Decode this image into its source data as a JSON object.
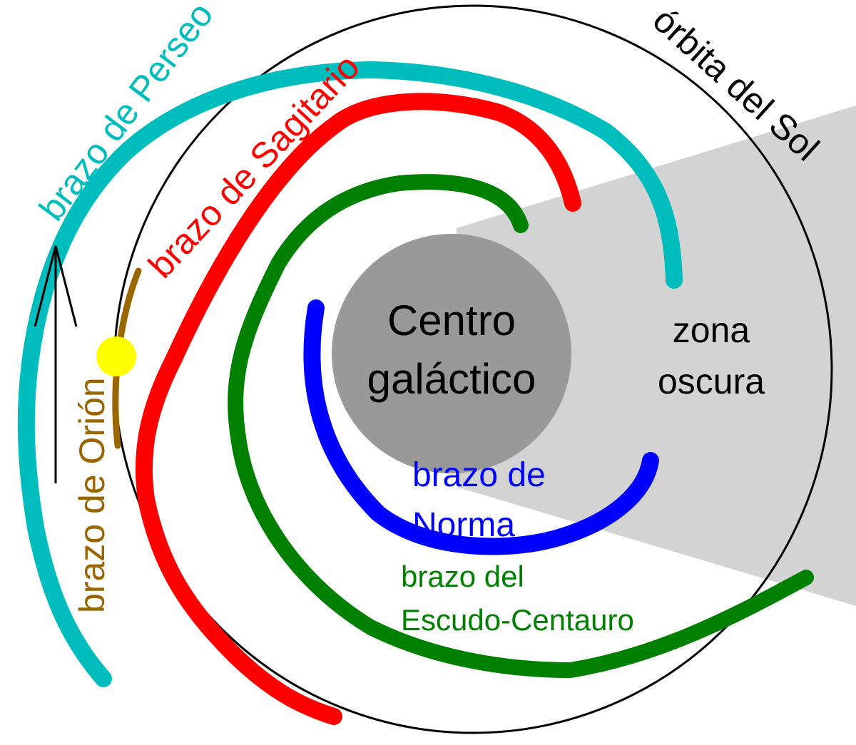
{
  "labels": {
    "center": [
      "Centro",
      "galáctico"
    ],
    "dark_zone": [
      "zona",
      "oscura"
    ],
    "sun_orbit": "órbita del Sol",
    "perseus_arm": "brazo de Perseo",
    "sagittarius_arm": "brazo de Sagitario",
    "orion_arm": "brazo de Orión",
    "norma_arm": [
      "brazo de",
      "Norma"
    ],
    "scutum_centaurus_arm": [
      "brazo del",
      "Escudo-Centauro"
    ]
  },
  "colors": {
    "perseus": "#00bdbd",
    "sagittarius": "#ff0000",
    "scutum_centaurus": "#008000",
    "norma": "#0000ff",
    "orion": "#996600",
    "sun": "#ffff00",
    "galactic_center": "#999999",
    "dark_zone": "#d3d3d3",
    "orbit": "#000000"
  },
  "icons": {
    "direction_arrow": "arrow-up-icon",
    "sun": "sun-icon"
  }
}
